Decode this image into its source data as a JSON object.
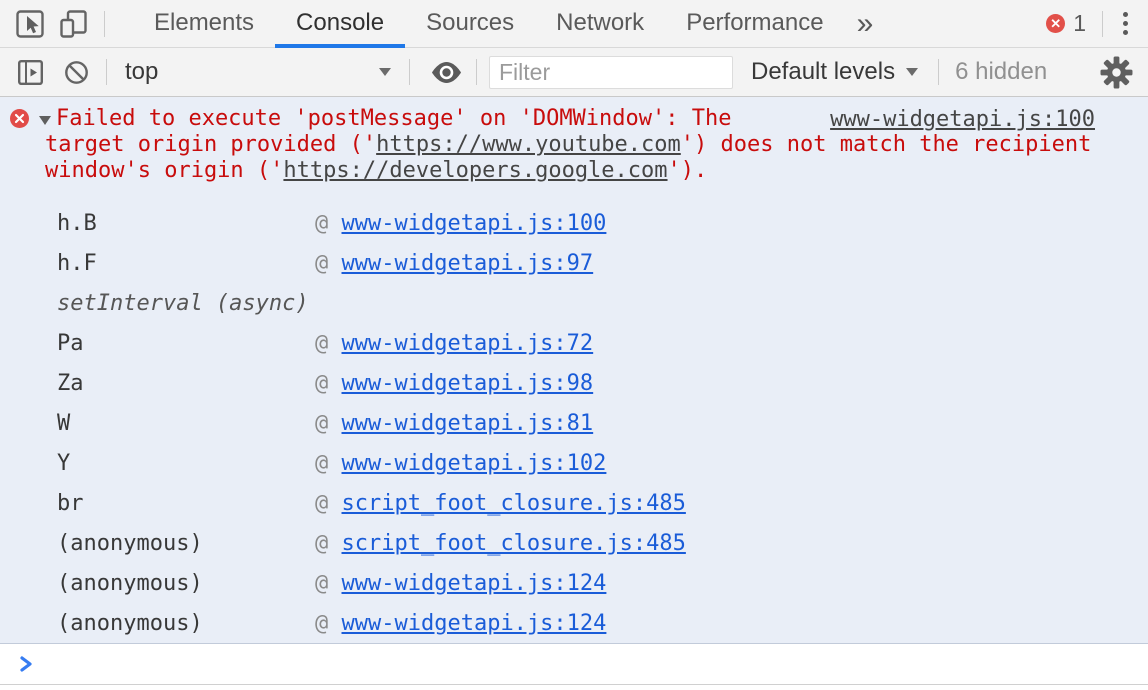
{
  "header": {
    "tabs": [
      {
        "label": "Elements",
        "active": false
      },
      {
        "label": "Console",
        "active": true
      },
      {
        "label": "Sources",
        "active": false
      },
      {
        "label": "Network",
        "active": false
      },
      {
        "label": "Performance",
        "active": false
      }
    ],
    "more_tabs": "»",
    "error_badge": {
      "count": "1",
      "icon": "error-x-circle-icon"
    },
    "left_icons": [
      "inspect-element-icon",
      "device-toolbar-icon"
    ],
    "menu_icon": "kebab-menu-icon"
  },
  "toolbar": {
    "sidebar_icon": "show-console-sidebar-icon",
    "clear_icon": "clear-console-icon",
    "context_selector": "top",
    "eye_icon": "live-expression-eye-icon",
    "filter_placeholder": "Filter",
    "filter_value": "",
    "levels_selector": "Default levels",
    "hidden_count": "6 hidden",
    "settings_icon": "gear-icon"
  },
  "console": {
    "message": {
      "severity": "error",
      "source_link": "www-widgetapi.js:100",
      "full_text": "Failed to execute 'postMessage' on 'DOMWindow': The target origin provided ('https://www.youtube.com') does not match the recipient window's origin ('https://developers.google.com').",
      "lines": [
        [
          {
            "type": "text",
            "text": "Failed to execute 'postMessage' on 'DOMWindow': The"
          }
        ],
        [
          {
            "type": "text",
            "text": "target origin provided ('"
          },
          {
            "type": "link",
            "text": "https://www.youtube.com"
          },
          {
            "type": "text",
            "text": "') does not match the recipient"
          }
        ],
        [
          {
            "type": "text",
            "text": "window's origin ('"
          },
          {
            "type": "link",
            "text": "https://developers.google.com"
          },
          {
            "type": "text",
            "text": "')."
          }
        ]
      ],
      "stack": [
        {
          "fn": "h.B",
          "at": "@ ",
          "link": "www-widgetapi.js:100"
        },
        {
          "fn": "h.F",
          "at": "@ ",
          "link": "www-widgetapi.js:97"
        },
        {
          "fn": "setInterval (async)",
          "async": true
        },
        {
          "fn": "Pa",
          "at": "@ ",
          "link": "www-widgetapi.js:72"
        },
        {
          "fn": "Za",
          "at": "@ ",
          "link": "www-widgetapi.js:98"
        },
        {
          "fn": "W",
          "at": "@ ",
          "link": "www-widgetapi.js:81"
        },
        {
          "fn": "Y",
          "at": "@ ",
          "link": "www-widgetapi.js:102"
        },
        {
          "fn": "br",
          "at": "@ ",
          "link": "script_foot_closure.js:485"
        },
        {
          "fn": "(anonymous)",
          "at": "@ ",
          "link": "script_foot_closure.js:485"
        },
        {
          "fn": "(anonymous)",
          "at": "@ ",
          "link": "www-widgetapi.js:124"
        },
        {
          "fn": "(anonymous)",
          "at": "@ ",
          "link": "www-widgetapi.js:124"
        }
      ]
    },
    "prompt": {
      "chevron": ">"
    }
  },
  "ui_colors": {
    "accent_blue": "#1f78e8",
    "error_red_text": "#c80c0c",
    "error_badge_red": "#e25049",
    "error_background": "#e9eef7",
    "file_link_blue": "#1a5cd8",
    "toolbar_background": "#f3f3f3",
    "prompt_chevron_blue": "#367cf1"
  }
}
